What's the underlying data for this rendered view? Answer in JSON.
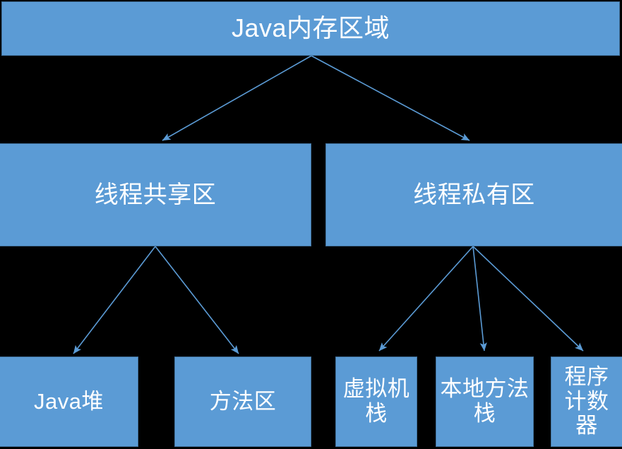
{
  "diagram": {
    "title_node": "Java内存区域",
    "background_color": "#000000",
    "node_fill_color": "#5B9BD5",
    "node_border_color": "#41719C",
    "node_text_color": "#FFFFFF",
    "edge_color": "#5B9BD5",
    "nodes": {
      "root": {
        "label": "Java内存区域"
      },
      "shared": {
        "label": "线程共享区"
      },
      "private": {
        "label": "线程私有区"
      },
      "heap": {
        "label": "Java堆"
      },
      "method_area": {
        "label": "方法区"
      },
      "vm_stack": {
        "label": "虚拟机栈"
      },
      "native_stack": {
        "label": "本地方法栈"
      },
      "pc_register": {
        "label": "程序计数器"
      }
    },
    "edges": [
      {
        "from": "root",
        "to": "shared"
      },
      {
        "from": "root",
        "to": "private"
      },
      {
        "from": "shared",
        "to": "heap"
      },
      {
        "from": "shared",
        "to": "method_area"
      },
      {
        "from": "private",
        "to": "vm_stack"
      },
      {
        "from": "private",
        "to": "native_stack"
      },
      {
        "from": "private",
        "to": "pc_register"
      }
    ]
  }
}
